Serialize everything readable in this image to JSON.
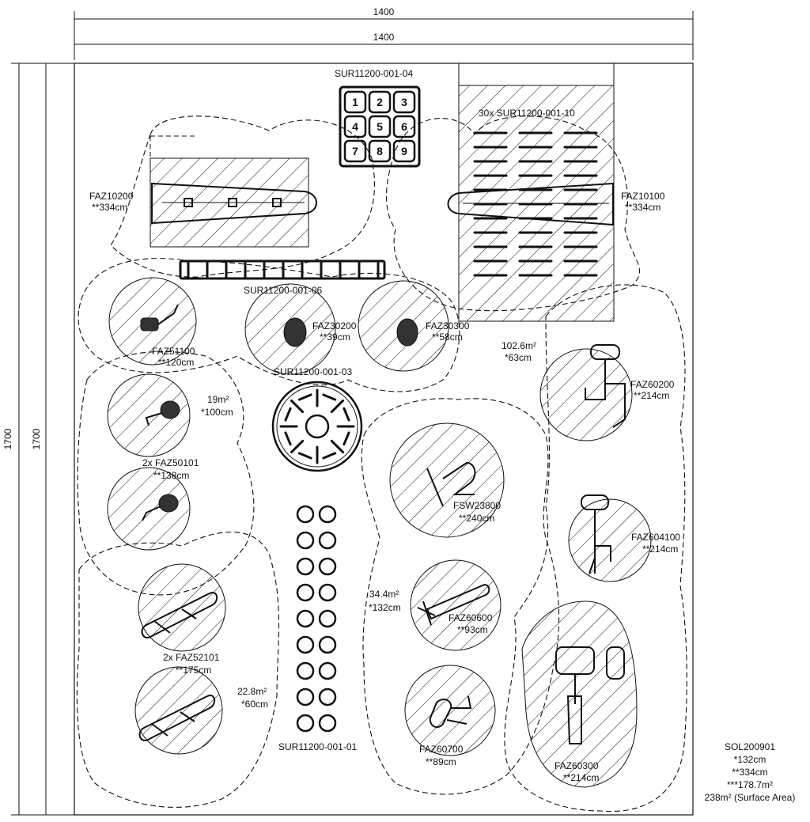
{
  "dimensions": {
    "top_outer": "1400",
    "top_inner": "1400",
    "left_outer": "1700",
    "left_inner": "1700"
  },
  "labels": {
    "sur04": "SUR11200-001-04",
    "sur10": "30x SUR11200-001-10",
    "faz10200": "FAZ10200",
    "faz10200_h": "**334cm",
    "faz10100": "FAZ10100",
    "faz10100_h": "**334cm",
    "sur06": "SUR11200-001-06",
    "faz51100": "FAZ51100",
    "faz51100_h": "**120cm",
    "faz30200": "FAZ30200",
    "faz30200_h": "**39cm",
    "faz30300": "FAZ30300",
    "faz30300_h": "**58cm",
    "area1026": "102.6m²",
    "area1026_h": "*63cm",
    "sur03": "SUR11200-001-03",
    "area19": "19m²",
    "area19_h": "*100cm",
    "faz60200": "FAZ60200",
    "faz60200_h": "**214cm",
    "faz50101": "2x FAZ50101",
    "faz50101_h": "**138cm",
    "fsw23800": "FSW23800",
    "fsw23800_h": "**240cm",
    "faz604100": "FAZ604100",
    "faz604100_h": "**214cm",
    "area344": "34.4m²",
    "area344_h": "*132cm",
    "faz60600": "FAZ60600",
    "faz60600_h": "**93cm",
    "faz52101": "2x FAZ52101",
    "faz52101_h": "**175cm",
    "area228": "22.8m²",
    "area228_h": "*60cm",
    "sur01": "SUR11200-001-01",
    "faz60700": "FAZ60700",
    "faz60700_h": "**89cm",
    "faz60300": "FAZ60300",
    "faz60300_h": "**214cm"
  },
  "numbered_tiles": [
    "1",
    "2",
    "3",
    "4",
    "5",
    "6",
    "7",
    "8",
    "9"
  ],
  "summary": {
    "code": "SOL200901",
    "line1": "*132cm",
    "line2": "**334cm",
    "line3": "***178.7m²",
    "line4": "238m² (Surface Area)"
  }
}
